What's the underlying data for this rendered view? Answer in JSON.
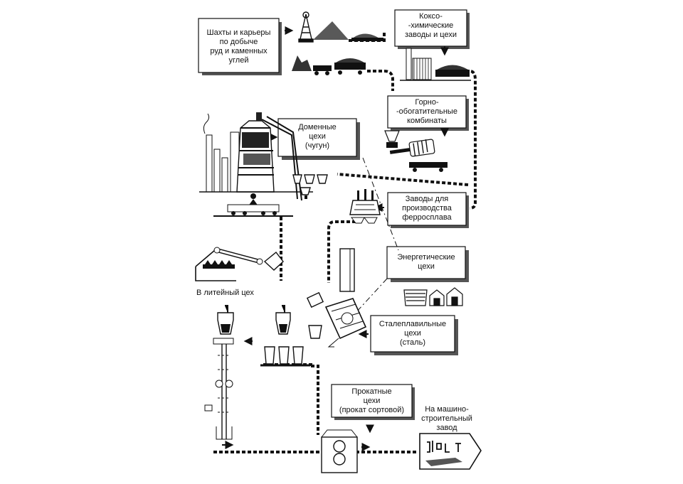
{
  "labels": {
    "mines": "Шахты и карьеры\nпо добыче\nруд и каменных\nуглей",
    "coke": "Коксо-\n-химические\nзаводы и цехи",
    "gok": "Горно-\n-обогатительные\nкомбинаты",
    "blast": "Доменные\nцехи\n(чугун)",
    "ferro": "Заводы для\nпроизводства\nферросплава",
    "energy": "Энергетические\nцехи",
    "steel": "Сталеплавильные\nцехи\n(сталь)",
    "rolling": "Прокатные\nцехи\n(прокат сортовой)",
    "foundry": "В литейный цех",
    "machine": "На машино-\nстроительный\nзавод"
  },
  "colors": {
    "ink": "#111111"
  }
}
